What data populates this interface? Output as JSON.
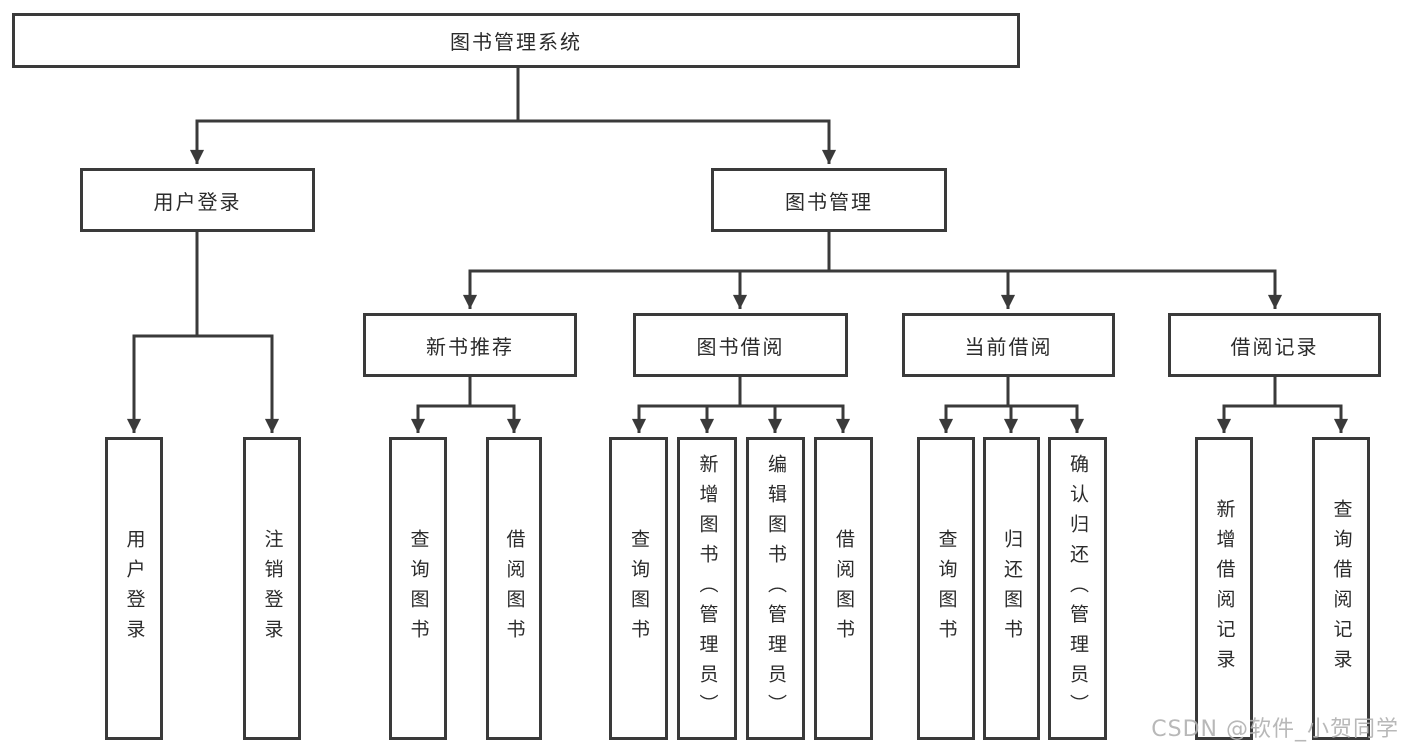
{
  "diagram": {
    "root": {
      "label": "图书管理系统"
    },
    "level1": [
      {
        "label": "用户登录"
      },
      {
        "label": "图书管理"
      }
    ],
    "level2": [
      {
        "label": "新书推荐"
      },
      {
        "label": "图书借阅"
      },
      {
        "label": "当前借阅"
      },
      {
        "label": "借阅记录"
      }
    ],
    "leaves": {
      "user_login": [
        {
          "label": "用户登录"
        },
        {
          "label": "注销登录"
        }
      ],
      "new_book": [
        {
          "label": "查询图书"
        },
        {
          "label": "借阅图书"
        }
      ],
      "borrowing": [
        {
          "label": "查询图书"
        },
        {
          "label": "新增图书（管理员）"
        },
        {
          "label": "编辑图书（管理员）"
        },
        {
          "label": "借阅图书"
        }
      ],
      "current": [
        {
          "label": "查询图书"
        },
        {
          "label": "归还图书"
        },
        {
          "label": "确认归还（管理员）"
        }
      ],
      "records": [
        {
          "label": "新增借阅记录"
        },
        {
          "label": "查询借阅记录"
        }
      ]
    },
    "watermark": "CSDN @软件_小贺同学",
    "colors": {
      "line": "#3a3a3a",
      "text": "#2b2b2b",
      "watermark": "#b2b2b2",
      "background": "#ffffff"
    }
  }
}
